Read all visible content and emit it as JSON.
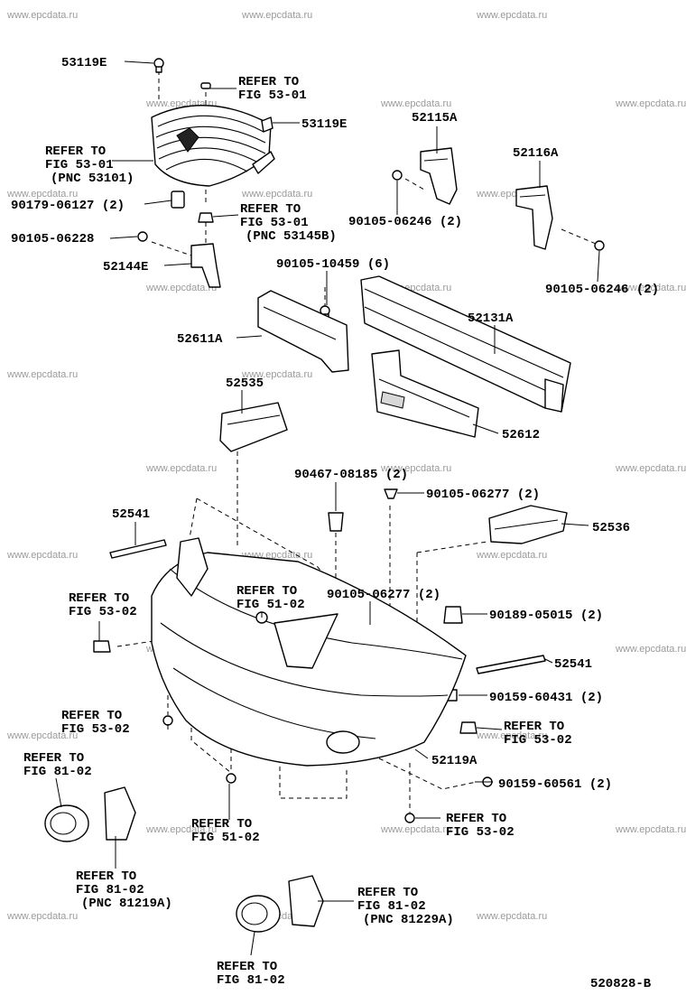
{
  "watermark": "www.epcdata.ru",
  "diagram_id": "520828-B",
  "labels": {
    "grille_clip_top": "53119E",
    "grille_clip_right": "53119E",
    "refer_5301_top": [
      "REFER TO",
      "FIG 53-01"
    ],
    "refer_53101": [
      "REFER TO",
      "FIG 53-01",
      "(PNC 53101)"
    ],
    "refer_53145b": [
      "REFER TO",
      "FIG 53-01",
      "(PNC 53145B)"
    ],
    "clip_90179": "90179-06127 (2)",
    "bolt_90105_06228": "90105-06228",
    "bracket_52144e": "52144E",
    "bracket_52115a": "52115A",
    "bracket_52116a": "52116A",
    "bolt_90105_06246_a": "90105-06246 (2)",
    "bolt_90105_06246_b": "90105-06246 (2)",
    "bolt_90105_10459": "90105-10459 (6)",
    "reinforcement_52131a": "52131A",
    "absorber_52611a": "52611A",
    "absorber_52612": "52612",
    "retainer_52535": "52535",
    "retainer_52536": "52536",
    "clip_90467": "90467-08185 (2)",
    "bolt_90105_06277_a": "90105-06277 (2)",
    "bolt_90105_06277_b": "90105-06277 (2)",
    "seal_52541_left": "52541",
    "seal_52541_right": "52541",
    "refer_5302_left": [
      "REFER TO",
      "FIG 53-02"
    ],
    "refer_5102_top": [
      "REFER TO",
      "FIG 51-02"
    ],
    "nut_90189": "90189-05015 (2)",
    "screw_90159_60431": "90159-60431 (2)",
    "refer_5302_lower_left": [
      "REFER TO",
      "FIG 53-02"
    ],
    "refer_5302_right": [
      "REFER TO",
      "FIG 53-02"
    ],
    "bumper_52119a": "52119A",
    "refer_8102_left": [
      "REFER TO",
      "FIG 81-02"
    ],
    "screw_90159_60561": "90159-60561 (2)",
    "refer_5102_bottom": [
      "REFER TO",
      "FIG 51-02"
    ],
    "refer_5302_bottom": [
      "REFER TO",
      "FIG 53-02"
    ],
    "refer_81219a": [
      "REFER TO",
      "FIG 81-02",
      "(PNC 81219A)"
    ],
    "refer_81229a": [
      "REFER TO",
      "FIG 81-02",
      "(PNC 81229A)"
    ],
    "refer_8102_bottom": [
      "REFER TO",
      "FIG 81-02"
    ]
  }
}
